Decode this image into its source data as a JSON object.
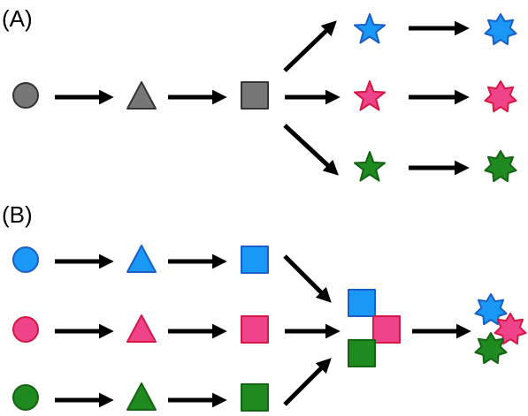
{
  "panels": [
    {
      "id": "A",
      "label": "(A)"
    },
    {
      "id": "B",
      "label": "(B)"
    }
  ],
  "colors": {
    "gray": {
      "fill": "#777777",
      "stroke": "#333333"
    },
    "blue": {
      "fill": "#1a98f6",
      "stroke": "#1a5ec8"
    },
    "pink": {
      "fill": "#f0448a",
      "stroke": "#d51845"
    },
    "green": {
      "fill": "#1f8a1f",
      "stroke": "#146414"
    }
  },
  "shapes": [
    "circle",
    "triangle",
    "square",
    "star",
    "burst"
  ]
}
